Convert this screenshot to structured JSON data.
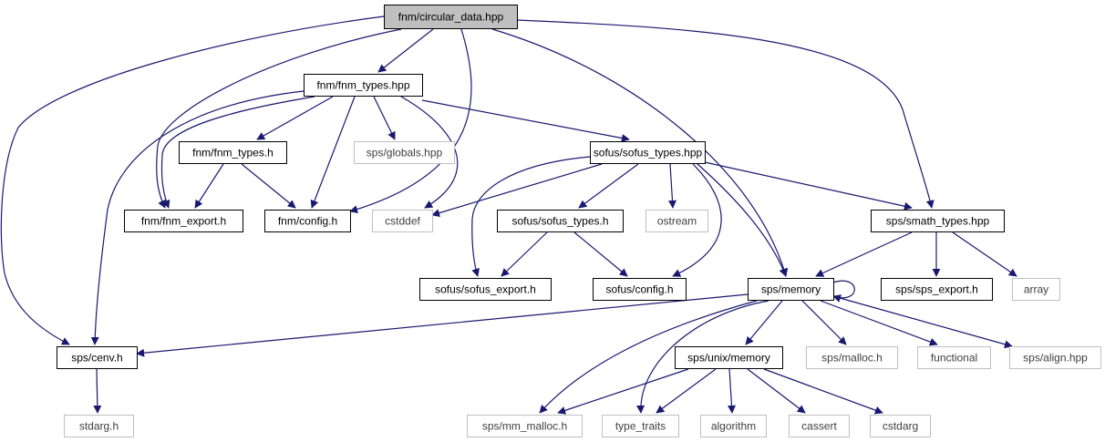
{
  "diagram": {
    "title": "fnm/circular_data.hpp",
    "colors": {
      "edge": "#191970",
      "root_fill": "#bfbfbf",
      "node_stroke": "#000000",
      "external_stroke": "#bfbfbf",
      "external_text": "#404040",
      "text": "#000000"
    },
    "nodes": [
      {
        "id": "circular",
        "label": "fnm/circular_data.hpp",
        "kind": "root"
      },
      {
        "id": "fnm_types_hpp",
        "label": "fnm/fnm_types.hpp",
        "kind": "header"
      },
      {
        "id": "fnm_types_h",
        "label": "fnm/fnm_types.h",
        "kind": "header"
      },
      {
        "id": "globals",
        "label": "sps/globals.hpp",
        "kind": "external"
      },
      {
        "id": "sofus_types_hpp",
        "label": "sofus/sofus_types.hpp",
        "kind": "header"
      },
      {
        "id": "fnm_export",
        "label": "fnm/fnm_export.h",
        "kind": "header"
      },
      {
        "id": "fnm_config",
        "label": "fnm/config.h",
        "kind": "header"
      },
      {
        "id": "cstddef",
        "label": "cstddef",
        "kind": "external"
      },
      {
        "id": "sofus_types_h",
        "label": "sofus/sofus_types.h",
        "kind": "header"
      },
      {
        "id": "ostream",
        "label": "ostream",
        "kind": "external"
      },
      {
        "id": "smath",
        "label": "sps/smath_types.hpp",
        "kind": "header"
      },
      {
        "id": "sofus_export",
        "label": "sofus/sofus_export.h",
        "kind": "header"
      },
      {
        "id": "sofus_config",
        "label": "sofus/config.h",
        "kind": "header"
      },
      {
        "id": "memory",
        "label": "sps/memory",
        "kind": "header"
      },
      {
        "id": "sps_export",
        "label": "sps/sps_export.h",
        "kind": "header"
      },
      {
        "id": "array",
        "label": "array",
        "kind": "external"
      },
      {
        "id": "cenv",
        "label": "sps/cenv.h",
        "kind": "header"
      },
      {
        "id": "unix_memory",
        "label": "sps/unix/memory",
        "kind": "header"
      },
      {
        "id": "malloc",
        "label": "sps/malloc.h",
        "kind": "external"
      },
      {
        "id": "functional",
        "label": "functional",
        "kind": "external"
      },
      {
        "id": "align",
        "label": "sps/align.hpp",
        "kind": "external"
      },
      {
        "id": "stdarg",
        "label": "stdarg.h",
        "kind": "external"
      },
      {
        "id": "mm_malloc",
        "label": "sps/mm_malloc.h",
        "kind": "external"
      },
      {
        "id": "type_traits",
        "label": "type_traits",
        "kind": "external"
      },
      {
        "id": "algorithm",
        "label": "algorithm",
        "kind": "external"
      },
      {
        "id": "cassert",
        "label": "cassert",
        "kind": "external"
      },
      {
        "id": "cstdarg",
        "label": "cstdarg",
        "kind": "external"
      }
    ],
    "edges": [
      {
        "from": "circular",
        "to": "fnm_types_hpp"
      },
      {
        "from": "circular",
        "to": "fnm_export"
      },
      {
        "from": "circular",
        "to": "fnm_config"
      },
      {
        "from": "circular",
        "to": "cenv"
      },
      {
        "from": "circular",
        "to": "memory"
      },
      {
        "from": "circular",
        "to": "smath"
      },
      {
        "from": "fnm_types_hpp",
        "to": "fnm_types_h"
      },
      {
        "from": "fnm_types_hpp",
        "to": "fnm_export"
      },
      {
        "from": "fnm_types_hpp",
        "to": "fnm_config"
      },
      {
        "from": "fnm_types_hpp",
        "to": "globals"
      },
      {
        "from": "fnm_types_hpp",
        "to": "cstddef"
      },
      {
        "from": "fnm_types_hpp",
        "to": "sofus_types_hpp"
      },
      {
        "from": "fnm_types_hpp",
        "to": "cenv"
      },
      {
        "from": "fnm_types_h",
        "to": "fnm_export"
      },
      {
        "from": "fnm_types_h",
        "to": "fnm_config"
      },
      {
        "from": "sofus_types_hpp",
        "to": "cstddef"
      },
      {
        "from": "sofus_types_hpp",
        "to": "sofus_types_h"
      },
      {
        "from": "sofus_types_hpp",
        "to": "ostream"
      },
      {
        "from": "sofus_types_hpp",
        "to": "smath"
      },
      {
        "from": "sofus_types_hpp",
        "to": "sofus_export"
      },
      {
        "from": "sofus_types_hpp",
        "to": "sofus_config"
      },
      {
        "from": "sofus_types_hpp",
        "to": "memory"
      },
      {
        "from": "sofus_types_h",
        "to": "sofus_export"
      },
      {
        "from": "sofus_types_h",
        "to": "sofus_config"
      },
      {
        "from": "smath",
        "to": "memory"
      },
      {
        "from": "smath",
        "to": "sps_export"
      },
      {
        "from": "smath",
        "to": "array"
      },
      {
        "from": "memory",
        "to": "memory"
      },
      {
        "from": "memory",
        "to": "cenv"
      },
      {
        "from": "memory",
        "to": "unix_memory"
      },
      {
        "from": "memory",
        "to": "malloc"
      },
      {
        "from": "memory",
        "to": "functional"
      },
      {
        "from": "memory",
        "to": "align"
      },
      {
        "from": "memory",
        "to": "mm_malloc"
      },
      {
        "from": "memory",
        "to": "type_traits"
      },
      {
        "from": "cenv",
        "to": "stdarg"
      },
      {
        "from": "unix_memory",
        "to": "mm_malloc"
      },
      {
        "from": "unix_memory",
        "to": "type_traits"
      },
      {
        "from": "unix_memory",
        "to": "algorithm"
      },
      {
        "from": "unix_memory",
        "to": "cassert"
      },
      {
        "from": "unix_memory",
        "to": "cstdarg"
      }
    ]
  }
}
